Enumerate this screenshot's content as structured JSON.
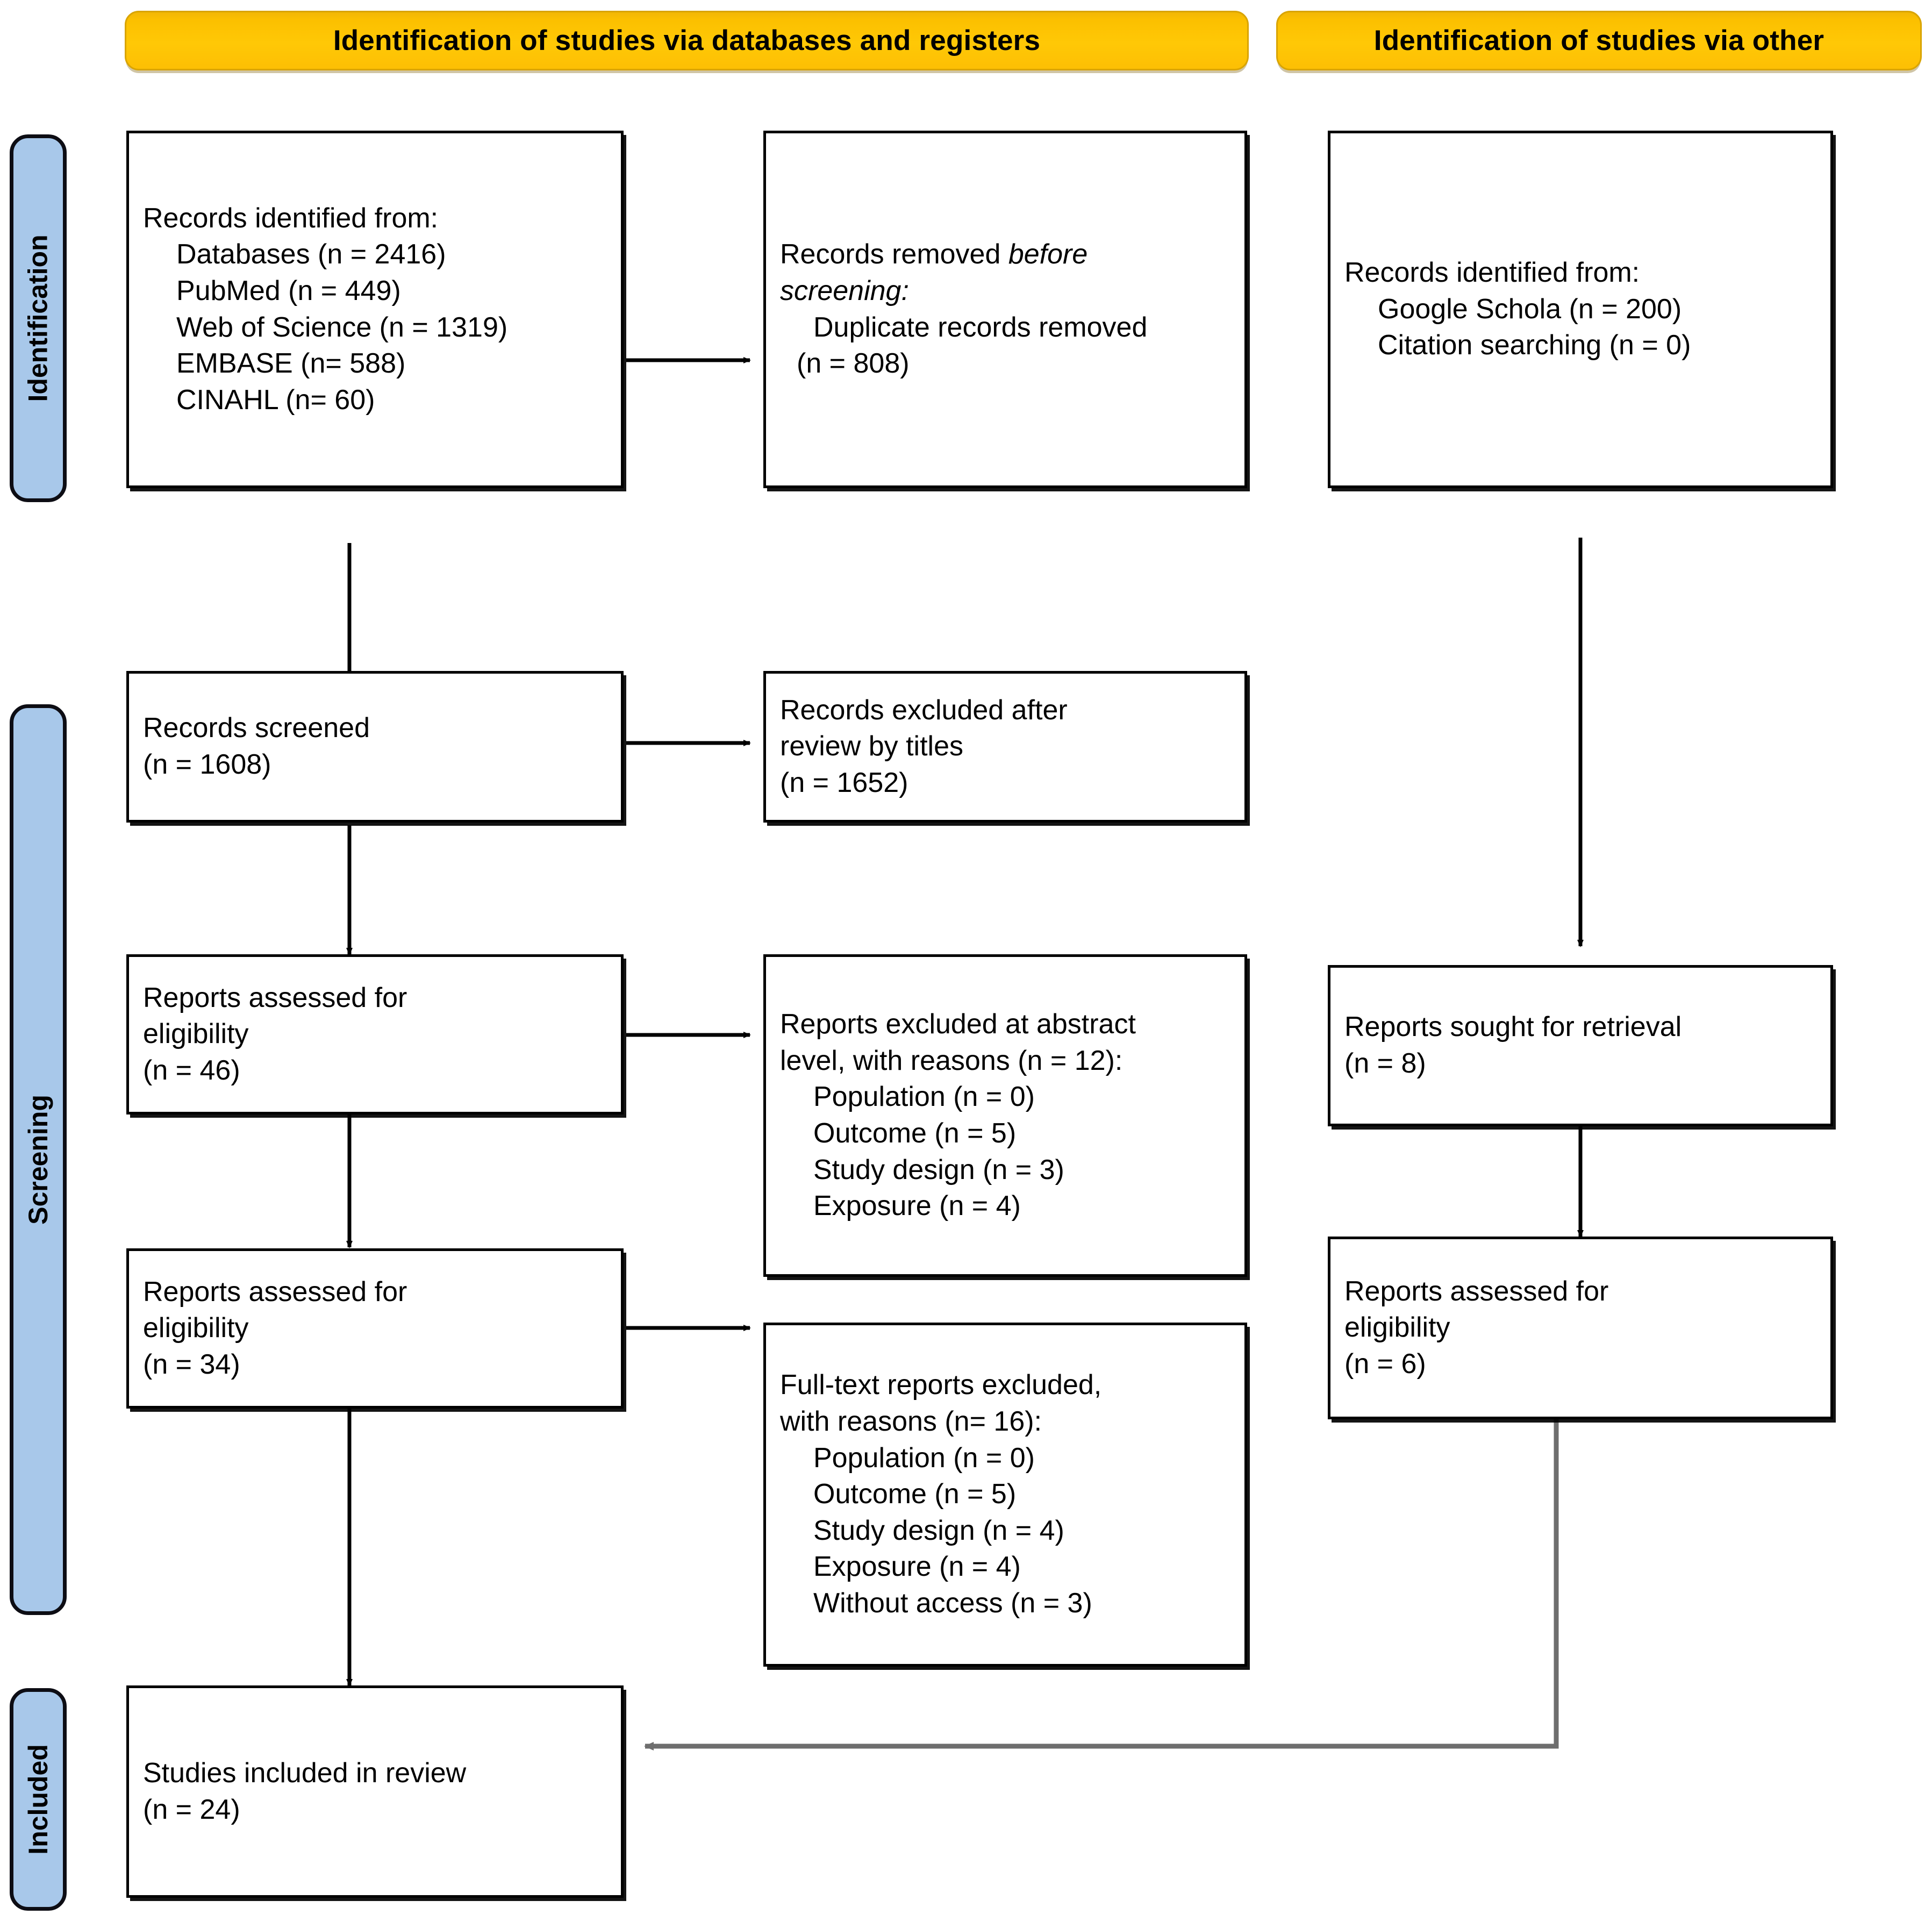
{
  "diagram": {
    "type": "PRISMA 2020 flow diagram",
    "colors": {
      "header_fill": "#ffc806",
      "header_border": "#d9a400",
      "stage_fill": "#a8c8ea",
      "stage_border": "#0d0d14",
      "box_border": "#000000",
      "arrow": "#000000",
      "crosslink": "#808080"
    }
  },
  "headers": {
    "databases": "Identification of studies via databases and registers",
    "other": "Identification of studies via other"
  },
  "stages": {
    "identification": "Identification",
    "screening": "Screening",
    "included": "Included"
  },
  "boxes": {
    "records_identified_db": {
      "lines": [
        {
          "text": "Records identified from:",
          "indent": false,
          "italic": false
        },
        {
          "text": "Databases (n = 2416)",
          "indent": true,
          "italic": false
        },
        {
          "text": "PubMed (n = 449)",
          "indent": true,
          "italic": false
        },
        {
          "text": "Web of Science (n = 1319)",
          "indent": true,
          "italic": false
        },
        {
          "text": "EMBASE (n= 588)",
          "indent": true,
          "italic": false
        },
        {
          "text": "CINAHL (n= 60)",
          "indent": true,
          "italic": false
        }
      ]
    },
    "records_removed": {
      "lines": [
        {
          "text": "Records removed ",
          "indent": false,
          "italic": false,
          "tail_italic": "before"
        },
        {
          "text": "screening",
          "indent": false,
          "italic": true,
          "tail": ":"
        },
        {
          "text": "Duplicate records removed",
          "indent": true,
          "italic": false
        },
        {
          "text": "(n = 808)",
          "indent": false,
          "italic": false,
          "halfindent": true
        }
      ]
    },
    "records_identified_other": {
      "lines": [
        {
          "text": "Records identified from:",
          "indent": false,
          "italic": false
        },
        {
          "text": "Google Schola (n = 200)",
          "indent": true,
          "italic": false
        },
        {
          "text": "Citation searching (n = 0)",
          "indent": true,
          "italic": false
        }
      ]
    },
    "records_screened": {
      "lines": [
        {
          "text": "Records screened",
          "indent": false,
          "italic": false
        },
        {
          "text": "(n = 1608)",
          "indent": false,
          "italic": false
        }
      ]
    },
    "records_excluded_titles": {
      "lines": [
        {
          "text": "Records excluded after",
          "indent": false,
          "italic": false
        },
        {
          "text": "review by titles",
          "indent": false,
          "italic": false
        },
        {
          "text": "(n = 1652)",
          "indent": false,
          "italic": false
        }
      ]
    },
    "reports_assessed_46": {
      "lines": [
        {
          "text": "Reports assessed for",
          "indent": false,
          "italic": false
        },
        {
          "text": "eligibility",
          "indent": false,
          "italic": false
        },
        {
          "text": "(n = 46)",
          "indent": false,
          "italic": false
        }
      ]
    },
    "reports_excluded_abstract": {
      "lines": [
        {
          "text": "Reports excluded at abstract",
          "indent": false,
          "italic": false
        },
        {
          "text": "level, with reasons (n = 12):",
          "indent": false,
          "italic": false
        },
        {
          "text": "Population (n = 0)",
          "indent": true,
          "italic": false
        },
        {
          "text": "Outcome (n = 5)",
          "indent": true,
          "italic": false
        },
        {
          "text": "Study design (n = 3)",
          "indent": true,
          "italic": false
        },
        {
          "text": "Exposure (n = 4)",
          "indent": true,
          "italic": false
        }
      ]
    },
    "reports_sought_retrieval": {
      "lines": [
        {
          "text": "Reports sought for retrieval",
          "indent": false,
          "italic": false
        },
        {
          "text": "(n = 8)",
          "indent": false,
          "italic": false
        }
      ]
    },
    "reports_assessed_34": {
      "lines": [
        {
          "text": "Reports assessed for",
          "indent": false,
          "italic": false
        },
        {
          "text": "eligibility",
          "indent": false,
          "italic": false
        },
        {
          "text": "(n = 34)",
          "indent": false,
          "italic": false
        }
      ]
    },
    "reports_assessed_6": {
      "lines": [
        {
          "text": "Reports assessed for",
          "indent": false,
          "italic": false
        },
        {
          "text": "eligibility",
          "indent": false,
          "italic": false
        },
        {
          "text": "(n = 6)",
          "indent": false,
          "italic": false
        }
      ]
    },
    "fulltext_excluded": {
      "lines": [
        {
          "text": "Full-text reports excluded,",
          "indent": false,
          "italic": false
        },
        {
          "text": "with reasons (n= 16):",
          "indent": false,
          "italic": false
        },
        {
          "text": "Population (n = 0)",
          "indent": true,
          "italic": false
        },
        {
          "text": "Outcome (n = 5)",
          "indent": true,
          "italic": false
        },
        {
          "text": "Study design (n = 4)",
          "indent": true,
          "italic": false
        },
        {
          "text": "Exposure (n = 4)",
          "indent": true,
          "italic": false
        },
        {
          "text": "Without access (n = 3)",
          "indent": true,
          "italic": false
        }
      ]
    },
    "studies_included": {
      "lines": [
        {
          "text": "Studies included in review",
          "indent": false,
          "italic": false
        },
        {
          "text": "(n = 24)",
          "indent": false,
          "italic": false
        }
      ]
    }
  },
  "chart_data": {
    "type": "flow",
    "title": "PRISMA 2020 flow diagram",
    "nodes": [
      {
        "id": "records_identified_db",
        "stage": "Identification",
        "column": "databases",
        "n": 2416,
        "breakdown": {
          "Databases": 2416,
          "PubMed": 449,
          "Web of Science": 1319,
          "EMBASE": 588,
          "CINAHL": 60
        }
      },
      {
        "id": "records_removed",
        "stage": "Identification",
        "column": "databases",
        "n": 808
      },
      {
        "id": "records_identified_other",
        "stage": "Identification",
        "column": "other",
        "breakdown": {
          "Google Schola": 200,
          "Citation searching": 0
        }
      },
      {
        "id": "records_screened",
        "stage": "Screening",
        "column": "databases",
        "n": 1608
      },
      {
        "id": "records_excluded_titles",
        "stage": "Screening",
        "column": "databases",
        "n": 1652
      },
      {
        "id": "reports_assessed_46",
        "stage": "Screening",
        "column": "databases",
        "n": 46
      },
      {
        "id": "reports_excluded_abstract",
        "stage": "Screening",
        "column": "databases",
        "n": 12,
        "breakdown": {
          "Population": 0,
          "Outcome": 5,
          "Study design": 3,
          "Exposure": 4
        }
      },
      {
        "id": "reports_sought_retrieval",
        "stage": "Screening",
        "column": "other",
        "n": 8
      },
      {
        "id": "reports_assessed_34",
        "stage": "Screening",
        "column": "databases",
        "n": 34
      },
      {
        "id": "reports_assessed_6",
        "stage": "Screening",
        "column": "other",
        "n": 6
      },
      {
        "id": "fulltext_excluded",
        "stage": "Screening",
        "column": "databases",
        "n": 16,
        "breakdown": {
          "Population": 0,
          "Outcome": 5,
          "Study design": 4,
          "Exposure": 4,
          "Without access": 3
        }
      },
      {
        "id": "studies_included",
        "stage": "Included",
        "column": "databases",
        "n": 24
      }
    ],
    "edges": [
      {
        "from": "records_identified_db",
        "to": "records_removed",
        "dir": "right"
      },
      {
        "from": "records_identified_db",
        "to": "records_screened",
        "dir": "down"
      },
      {
        "from": "records_screened",
        "to": "records_excluded_titles",
        "dir": "right"
      },
      {
        "from": "records_screened",
        "to": "reports_assessed_46",
        "dir": "down"
      },
      {
        "from": "reports_assessed_46",
        "to": "reports_excluded_abstract",
        "dir": "right"
      },
      {
        "from": "reports_assessed_46",
        "to": "reports_assessed_34",
        "dir": "down"
      },
      {
        "from": "reports_assessed_34",
        "to": "fulltext_excluded",
        "dir": "right"
      },
      {
        "from": "reports_assessed_34",
        "to": "studies_included",
        "dir": "down"
      },
      {
        "from": "records_identified_other",
        "to": "reports_sought_retrieval",
        "dir": "down"
      },
      {
        "from": "reports_sought_retrieval",
        "to": "reports_assessed_6",
        "dir": "down"
      },
      {
        "from": "reports_assessed_6",
        "to": "studies_included",
        "dir": "elbow-left",
        "color": "#808080"
      }
    ]
  }
}
